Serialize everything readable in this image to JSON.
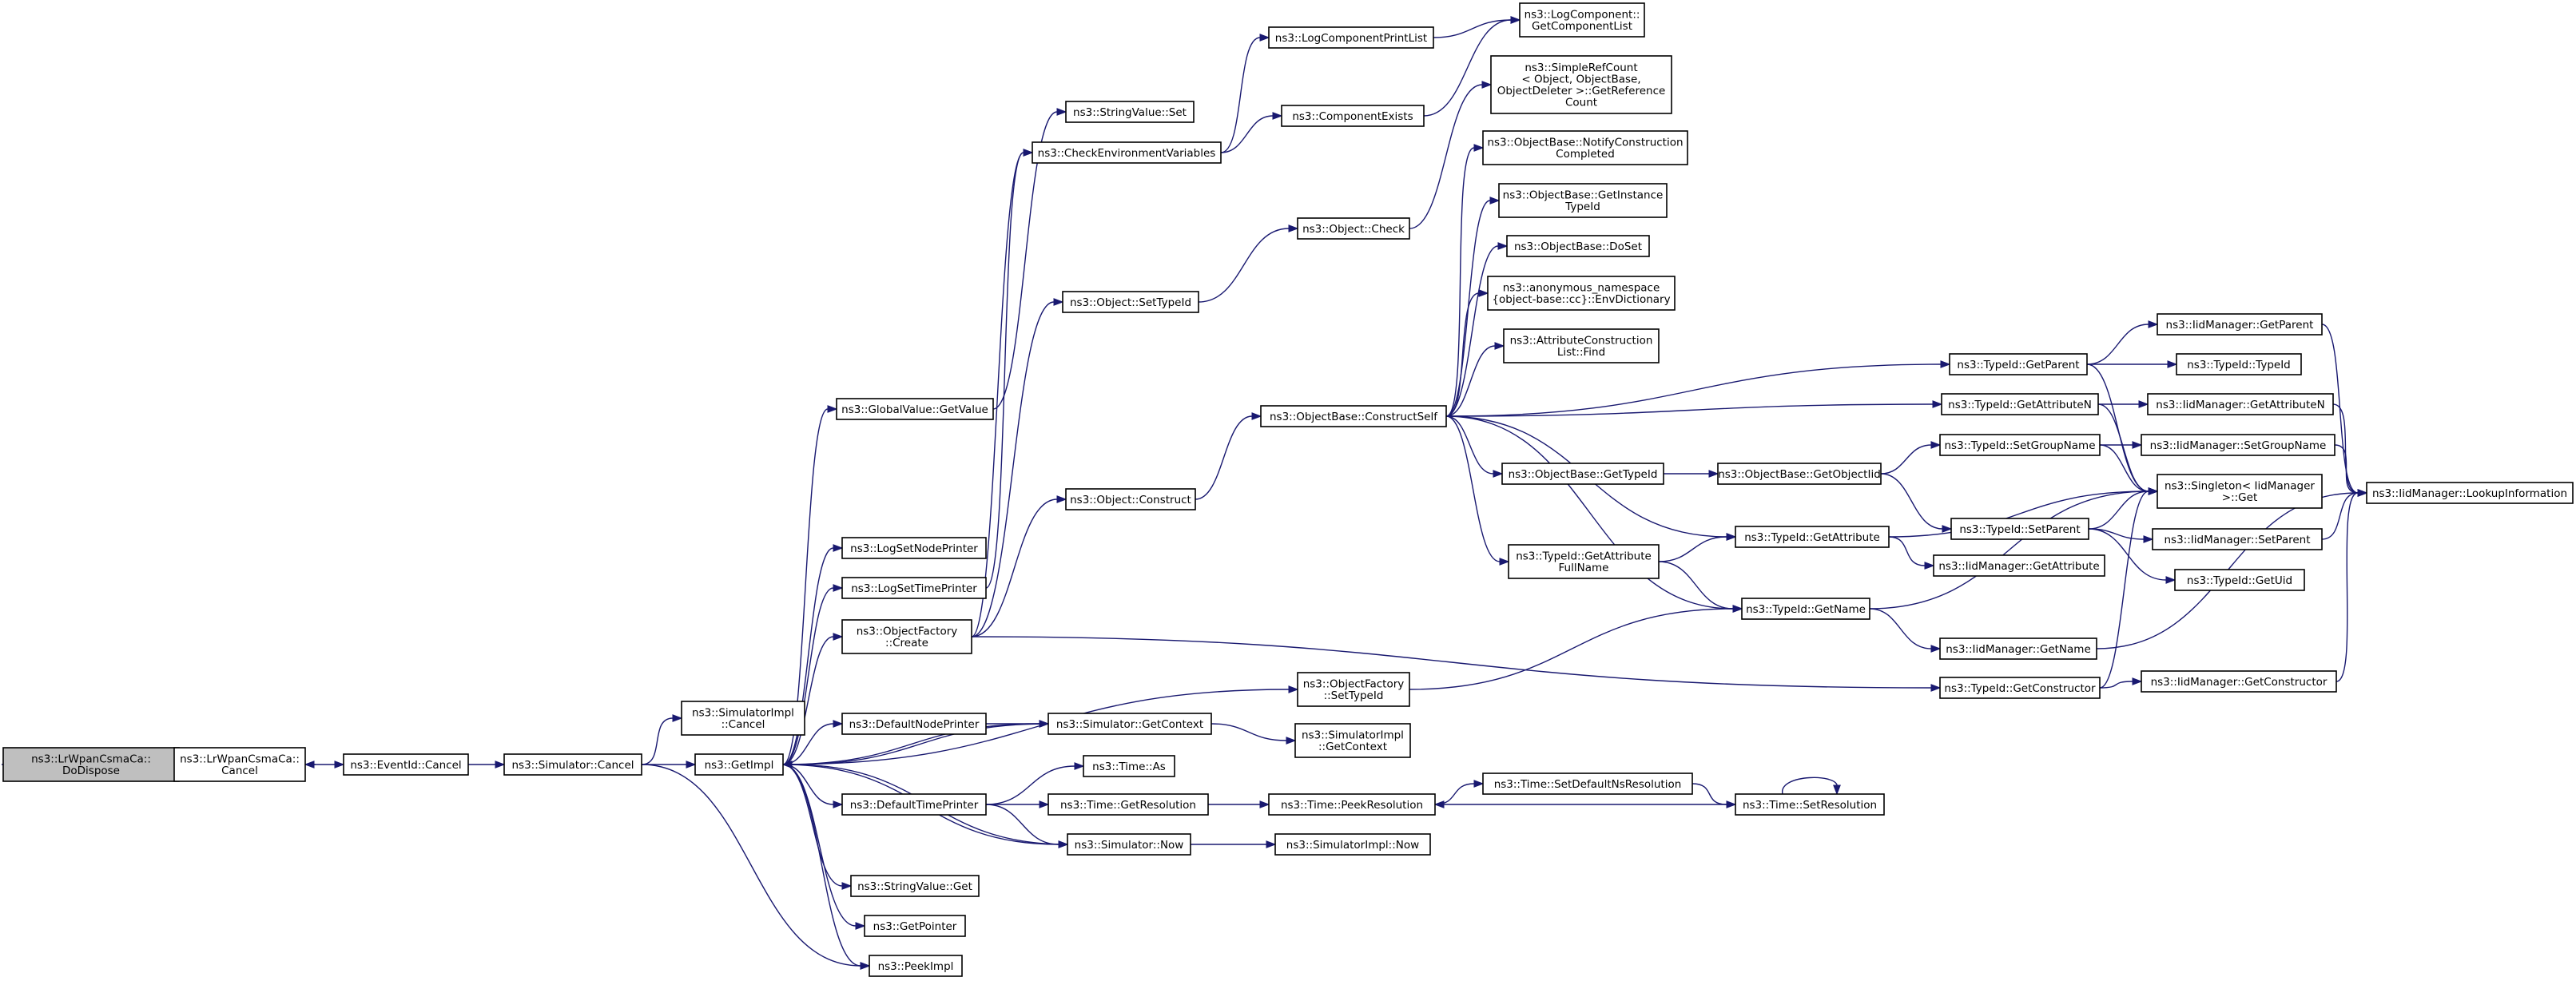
{
  "graph": {
    "colors": {
      "edge": "#191970",
      "node_border": "#000000",
      "node_fill": "#ffffff",
      "root_fill": "#bfbfbf"
    },
    "nodes": [
      {
        "id": "dodispose",
        "lines": [
          "ns3::LrWpanCsmaCa::",
          "DoDispose"
        ],
        "root": true
      },
      {
        "id": "csmaca_cancel",
        "lines": [
          "ns3::LrWpanCsmaCa::",
          "Cancel"
        ]
      },
      {
        "id": "eventid_cancel",
        "lines": [
          "ns3::EventId::Cancel"
        ]
      },
      {
        "id": "sim_cancel",
        "lines": [
          "ns3::Simulator::Cancel"
        ]
      },
      {
        "id": "simimpl_cancel",
        "lines": [
          "ns3::SimulatorImpl",
          "::Cancel"
        ]
      },
      {
        "id": "getimpl",
        "lines": [
          "ns3::GetImpl"
        ]
      },
      {
        "id": "gv_getvalue",
        "lines": [
          "ns3::GlobalValue::GetValue"
        ]
      },
      {
        "id": "logsetnode",
        "lines": [
          "ns3::LogSetNodePrinter"
        ]
      },
      {
        "id": "logsettime",
        "lines": [
          "ns3::LogSetTimePrinter"
        ]
      },
      {
        "id": "of_create",
        "lines": [
          "ns3::ObjectFactory",
          "::Create"
        ]
      },
      {
        "id": "defnode",
        "lines": [
          "ns3::DefaultNodePrinter"
        ]
      },
      {
        "id": "deftime",
        "lines": [
          "ns3::DefaultTimePrinter"
        ]
      },
      {
        "id": "sv_get",
        "lines": [
          "ns3::StringValue::Get"
        ]
      },
      {
        "id": "getpointer",
        "lines": [
          "ns3::GetPointer"
        ]
      },
      {
        "id": "peekimpl",
        "lines": [
          "ns3::PeekImpl"
        ]
      },
      {
        "id": "sv_set",
        "lines": [
          "ns3::StringValue::Set"
        ]
      },
      {
        "id": "checkenv",
        "lines": [
          "ns3::CheckEnvironmentVariables"
        ]
      },
      {
        "id": "obj_settypeid",
        "lines": [
          "ns3::Object::SetTypeId"
        ]
      },
      {
        "id": "obj_construct",
        "lines": [
          "ns3::Object::Construct"
        ]
      },
      {
        "id": "of_settypeid",
        "lines": [
          "ns3::ObjectFactory",
          "::SetTypeId"
        ]
      },
      {
        "id": "sim_getcontext",
        "lines": [
          "ns3::Simulator::GetContext"
        ]
      },
      {
        "id": "time_as",
        "lines": [
          "ns3::Time::As"
        ]
      },
      {
        "id": "time_getres",
        "lines": [
          "ns3::Time::GetResolution"
        ]
      },
      {
        "id": "sim_now",
        "lines": [
          "ns3::Simulator::Now"
        ]
      },
      {
        "id": "logcompprint",
        "lines": [
          "ns3::LogComponentPrintList"
        ]
      },
      {
        "id": "compexists",
        "lines": [
          "ns3::ComponentExists"
        ]
      },
      {
        "id": "obj_check",
        "lines": [
          "ns3::Object::Check"
        ]
      },
      {
        "id": "ob_constructself",
        "lines": [
          "ns3::ObjectBase::ConstructSelf"
        ]
      },
      {
        "id": "simimpl_getcontext",
        "lines": [
          "ns3::SimulatorImpl",
          "::GetContext"
        ]
      },
      {
        "id": "time_peekres",
        "lines": [
          "ns3::Time::PeekResolution"
        ]
      },
      {
        "id": "simimpl_now",
        "lines": [
          "ns3::SimulatorImpl::Now"
        ]
      },
      {
        "id": "logcomp_getlist",
        "lines": [
          "ns3::LogComponent::",
          "GetComponentList"
        ]
      },
      {
        "id": "simplerefcount",
        "lines": [
          "ns3::SimpleRefCount",
          "< Object, ObjectBase,",
          "ObjectDeleter >::GetReference",
          "Count"
        ]
      },
      {
        "id": "ob_notify",
        "lines": [
          "ns3::ObjectBase::NotifyConstruction",
          "Completed"
        ]
      },
      {
        "id": "ob_getinst",
        "lines": [
          "ns3::ObjectBase::GetInstance",
          "TypeId"
        ]
      },
      {
        "id": "ob_doset",
        "lines": [
          "ns3::ObjectBase::DoSet"
        ]
      },
      {
        "id": "anon_envdict",
        "lines": [
          "ns3::anonymous_namespace",
          "{object-base::cc}::EnvDictionary"
        ]
      },
      {
        "id": "acl_find",
        "lines": [
          "ns3::AttributeConstruction",
          "List::Find"
        ]
      },
      {
        "id": "ob_gettypeid",
        "lines": [
          "ns3::ObjectBase::GetTypeId"
        ]
      },
      {
        "id": "tid_getattrfull",
        "lines": [
          "ns3::TypeId::GetAttribute",
          "FullName"
        ]
      },
      {
        "id": "time_setdefns",
        "lines": [
          "ns3::Time::SetDefaultNsResolution"
        ]
      },
      {
        "id": "ob_getobjectiid",
        "lines": [
          "ns3::ObjectBase::GetObjectIid"
        ]
      },
      {
        "id": "tid_getattr",
        "lines": [
          "ns3::TypeId::GetAttribute"
        ]
      },
      {
        "id": "tid_getname",
        "lines": [
          "ns3::TypeId::GetName"
        ]
      },
      {
        "id": "tid_getparent",
        "lines": [
          "ns3::TypeId::GetParent"
        ]
      },
      {
        "id": "tid_getattrn",
        "lines": [
          "ns3::TypeId::GetAttributeN"
        ]
      },
      {
        "id": "tid_setgroup",
        "lines": [
          "ns3::TypeId::SetGroupName"
        ]
      },
      {
        "id": "tid_setparent",
        "lines": [
          "ns3::TypeId::SetParent"
        ]
      },
      {
        "id": "iid_getattr",
        "lines": [
          "ns3::IidManager::GetAttribute"
        ]
      },
      {
        "id": "iid_getname",
        "lines": [
          "ns3::IidManager::GetName"
        ]
      },
      {
        "id": "tid_getctor",
        "lines": [
          "ns3::TypeId::GetConstructor"
        ]
      },
      {
        "id": "time_setres",
        "lines": [
          "ns3::Time::SetResolution"
        ]
      },
      {
        "id": "iid_getparent",
        "lines": [
          "ns3::IidManager::GetParent"
        ]
      },
      {
        "id": "tid_typeid",
        "lines": [
          "ns3::TypeId::TypeId"
        ]
      },
      {
        "id": "iid_getattrn",
        "lines": [
          "ns3::IidManager::GetAttributeN"
        ]
      },
      {
        "id": "iid_setgroup",
        "lines": [
          "ns3::IidManager::SetGroupName"
        ]
      },
      {
        "id": "singleton_get",
        "lines": [
          "ns3::Singleton< IidManager",
          ">::Get"
        ]
      },
      {
        "id": "iid_setparent",
        "lines": [
          "ns3::IidManager::SetParent"
        ]
      },
      {
        "id": "tid_getuid",
        "lines": [
          "ns3::TypeId::GetUid"
        ]
      },
      {
        "id": "iid_getctor",
        "lines": [
          "ns3::IidManager::GetConstructor"
        ]
      },
      {
        "id": "iid_lookup",
        "lines": [
          "ns3::IidManager::LookupInformation"
        ]
      }
    ],
    "edges": [
      [
        "dodispose",
        "csmaca_cancel"
      ],
      [
        "csmaca_cancel",
        "eventid_cancel"
      ],
      [
        "eventid_cancel",
        "sim_cancel"
      ],
      [
        "sim_cancel",
        "simimpl_cancel"
      ],
      [
        "sim_cancel",
        "getimpl"
      ],
      [
        "sim_cancel",
        "peekimpl"
      ],
      [
        "getimpl",
        "gv_getvalue"
      ],
      [
        "getimpl",
        "logsetnode"
      ],
      [
        "getimpl",
        "logsettime"
      ],
      [
        "getimpl",
        "of_create"
      ],
      [
        "getimpl",
        "of_settypeid"
      ],
      [
        "getimpl",
        "defnode"
      ],
      [
        "getimpl",
        "sim_getcontext"
      ],
      [
        "getimpl",
        "deftime"
      ],
      [
        "getimpl",
        "sim_now"
      ],
      [
        "getimpl",
        "sv_get"
      ],
      [
        "getimpl",
        "getpointer"
      ],
      [
        "getimpl",
        "peekimpl"
      ],
      [
        "gv_getvalue",
        "sv_set"
      ],
      [
        "logsettime",
        "checkenv"
      ],
      [
        "checkenv",
        "logcompprint"
      ],
      [
        "checkenv",
        "compexists"
      ],
      [
        "logcompprint",
        "logcomp_getlist"
      ],
      [
        "compexists",
        "logcomp_getlist"
      ],
      [
        "of_create",
        "obj_settypeid"
      ],
      [
        "of_create",
        "obj_construct"
      ],
      [
        "of_create",
        "checkenv"
      ],
      [
        "of_create",
        "tid_getctor"
      ],
      [
        "obj_settypeid",
        "obj_check"
      ],
      [
        "obj_check",
        "simplerefcount"
      ],
      [
        "obj_construct",
        "ob_constructself"
      ],
      [
        "ob_constructself",
        "ob_notify"
      ],
      [
        "ob_constructself",
        "ob_getinst"
      ],
      [
        "ob_constructself",
        "ob_doset"
      ],
      [
        "ob_constructself",
        "anon_envdict"
      ],
      [
        "ob_constructself",
        "acl_find"
      ],
      [
        "ob_constructself",
        "tid_getparent"
      ],
      [
        "ob_constructself",
        "tid_getattrn"
      ],
      [
        "ob_constructself",
        "ob_gettypeid"
      ],
      [
        "ob_constructself",
        "tid_getattr"
      ],
      [
        "ob_constructself",
        "tid_getattrfull"
      ],
      [
        "ob_constructself",
        "tid_getname"
      ],
      [
        "ob_gettypeid",
        "ob_getobjectiid"
      ],
      [
        "ob_getobjectiid",
        "tid_setgroup"
      ],
      [
        "ob_getobjectiid",
        "tid_setparent"
      ],
      [
        "tid_getattrfull",
        "tid_getattr"
      ],
      [
        "tid_getattrfull",
        "tid_getname"
      ],
      [
        "of_settypeid",
        "tid_getname"
      ],
      [
        "defnode",
        "sim_getcontext"
      ],
      [
        "sim_getcontext",
        "simimpl_getcontext"
      ],
      [
        "sim_getcontext",
        "getimpl"
      ],
      [
        "deftime",
        "time_as"
      ],
      [
        "deftime",
        "time_getres"
      ],
      [
        "deftime",
        "sim_now"
      ],
      [
        "time_getres",
        "time_peekres"
      ],
      [
        "time_peekres",
        "time_setdefns"
      ],
      [
        "time_setdefns",
        "time_setres"
      ],
      [
        "time_setres",
        "time_peekres"
      ],
      [
        "time_setres",
        "time_setres"
      ],
      [
        "sim_now",
        "simimpl_now"
      ],
      [
        "sim_now",
        "getimpl"
      ],
      [
        "tid_getparent",
        "iid_getparent"
      ],
      [
        "tid_getparent",
        "tid_typeid"
      ],
      [
        "tid_getparent",
        "singleton_get"
      ],
      [
        "tid_getattrn",
        "iid_getattrn"
      ],
      [
        "tid_getattrn",
        "singleton_get"
      ],
      [
        "tid_setgroup",
        "iid_setgroup"
      ],
      [
        "tid_setgroup",
        "singleton_get"
      ],
      [
        "tid_setparent",
        "singleton_get"
      ],
      [
        "tid_setparent",
        "iid_setparent"
      ],
      [
        "tid_setparent",
        "tid_getuid"
      ],
      [
        "tid_getattr",
        "iid_getattr"
      ],
      [
        "tid_getattr",
        "singleton_get"
      ],
      [
        "tid_getname",
        "iid_getname"
      ],
      [
        "tid_getname",
        "singleton_get"
      ],
      [
        "tid_getctor",
        "iid_getctor"
      ],
      [
        "tid_getctor",
        "singleton_get"
      ],
      [
        "iid_getparent",
        "iid_lookup"
      ],
      [
        "iid_getattrn",
        "iid_lookup"
      ],
      [
        "iid_setgroup",
        "iid_lookup"
      ],
      [
        "iid_setparent",
        "iid_lookup"
      ],
      [
        "iid_getname",
        "iid_lookup"
      ],
      [
        "iid_getctor",
        "iid_lookup"
      ]
    ]
  }
}
